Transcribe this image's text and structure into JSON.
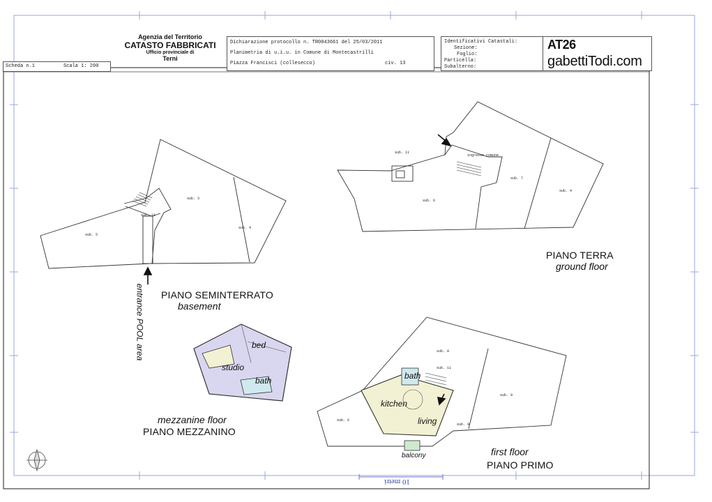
{
  "header": {
    "agency_line1": "Agenzia del Territorio",
    "agency_line2": "CATASTO FABBRICATI",
    "agency_line3": "Ufficio provinciale di",
    "agency_line4": "Terni",
    "scheda": "Scheda n.1",
    "scala": "Scala 1: 200",
    "dichiarazione": "Dichiarazione protocollo n.   TR0043661 del   25/03/2011",
    "planimetria": "Planimetria di u.i.u. in Comune di Montecastrilli",
    "indirizzo": "Piazza Francisci (collesecco)",
    "civico": "civ.   13",
    "identificativi": "Identificativi Catastali:",
    "sezione": "Sezione:",
    "foglio": "Foglio:",
    "particella": "Particella:",
    "subalterno": "Subalterno:",
    "brand_code": "AT26",
    "brand_name": "gabettiTodi.com"
  },
  "plans": {
    "basement_title": "PIANO SEMINTERRATO",
    "basement_subtitle": "basement",
    "entrance_note": "entrance POOL area",
    "ground_title": "PIANO TERRA",
    "ground_subtitle": "ground floor",
    "mezzanine_subtitle": "mezzanine floor",
    "mezzanine_title": "PIANO MEZZANINO",
    "first_subtitle": "first floor",
    "first_title": "PIANO PRIMO"
  },
  "rooms": {
    "bed": "bed",
    "studio": "studio",
    "bath_mezz": "bath",
    "bath_first": "bath",
    "kitchen": "kitchen",
    "living": "living",
    "balcony": "balcony"
  },
  "subs": {
    "b_sub3": "sub. 3",
    "b_sub4": "sub. 4",
    "b_sub5": "sub. 5",
    "b_sub11": "sub. 11",
    "g_sub11": "sub. 11",
    "g_sub6": "sub. 6",
    "g_sub7": "sub. 7",
    "g_sub4": "sub. 4",
    "g_ingresso": "ingresso comune",
    "f_sub8": "sub. 8",
    "f_sub11": "sub. 11",
    "f_sub9a": "sub. 9",
    "f_sub9b": "sub. 9",
    "f_sub6": "sub. 6"
  },
  "scale_bar": "10 metri",
  "colors": {
    "mezzanine_fill": "#d9d6ef",
    "first_floor_fill": "#f3f1d3",
    "bath_fill": "#cfe9ef",
    "balcony_fill": "#cfe9cf",
    "frame_blue": "#6a7bd3"
  }
}
